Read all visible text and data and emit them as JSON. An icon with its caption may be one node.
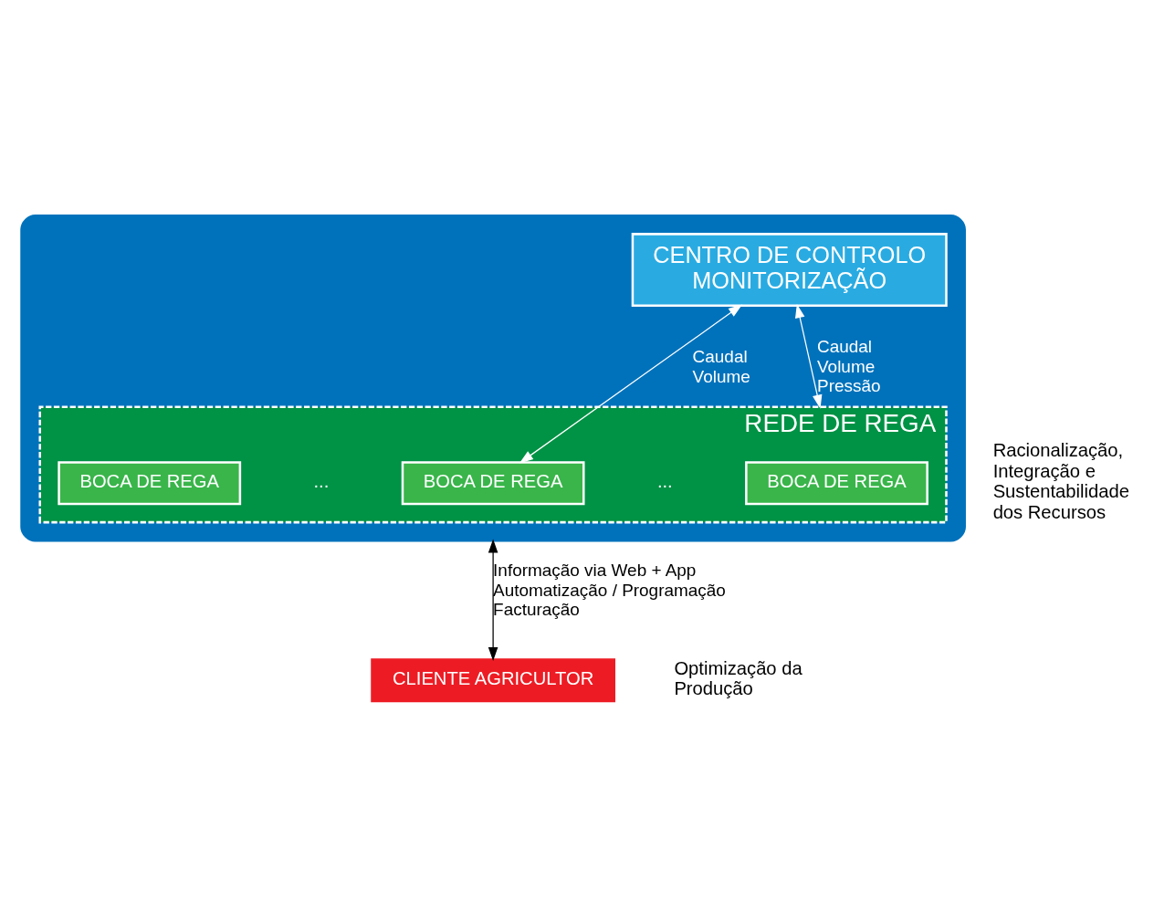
{
  "diagram": {
    "nodes": [
      {
        "text": [],
        "shape": "box",
        "beside": [
          "Racionalização, Integração e Sustentabilidade dos Recursos"
        ]
      },
      {
        "text": [
          "CENTRO DE CONTROLO",
          "MONITORIZAÇÃO"
        ],
        "in": 0
      },
      {
        "text": [
          "REDE DE REGA"
        ],
        "in": 0
      },
      {
        "text": [
          "BOCA DE REGA"
        ],
        "in": 2
      },
      {
        "text": [
          "BOCA DE REGA"
        ],
        "in": 2
      },
      {
        "text": [
          "BOCA DE REGA"
        ],
        "in": 2
      },
      {
        "text": [
          "CLIENTE AGRICULTOR"
        ],
        "beside": [
          "Optimização da Produção"
        ]
      }
    ],
    "edges": [
      {
        "from": 1,
        "to": 4,
        "arrow": "both",
        "label": "Caudal Volume"
      },
      {
        "from": 1,
        "to": 2,
        "arrow": "both",
        "label": "Caudal Volume Pressão"
      },
      {
        "from": 0,
        "to": 6,
        "arrow": "both",
        "label": "Informação via Web + App Automatização / Programação Facturação",
        "color": "#000000"
      }
    ],
    "labels": [
      "...",
      "..."
    ]
  }
}
